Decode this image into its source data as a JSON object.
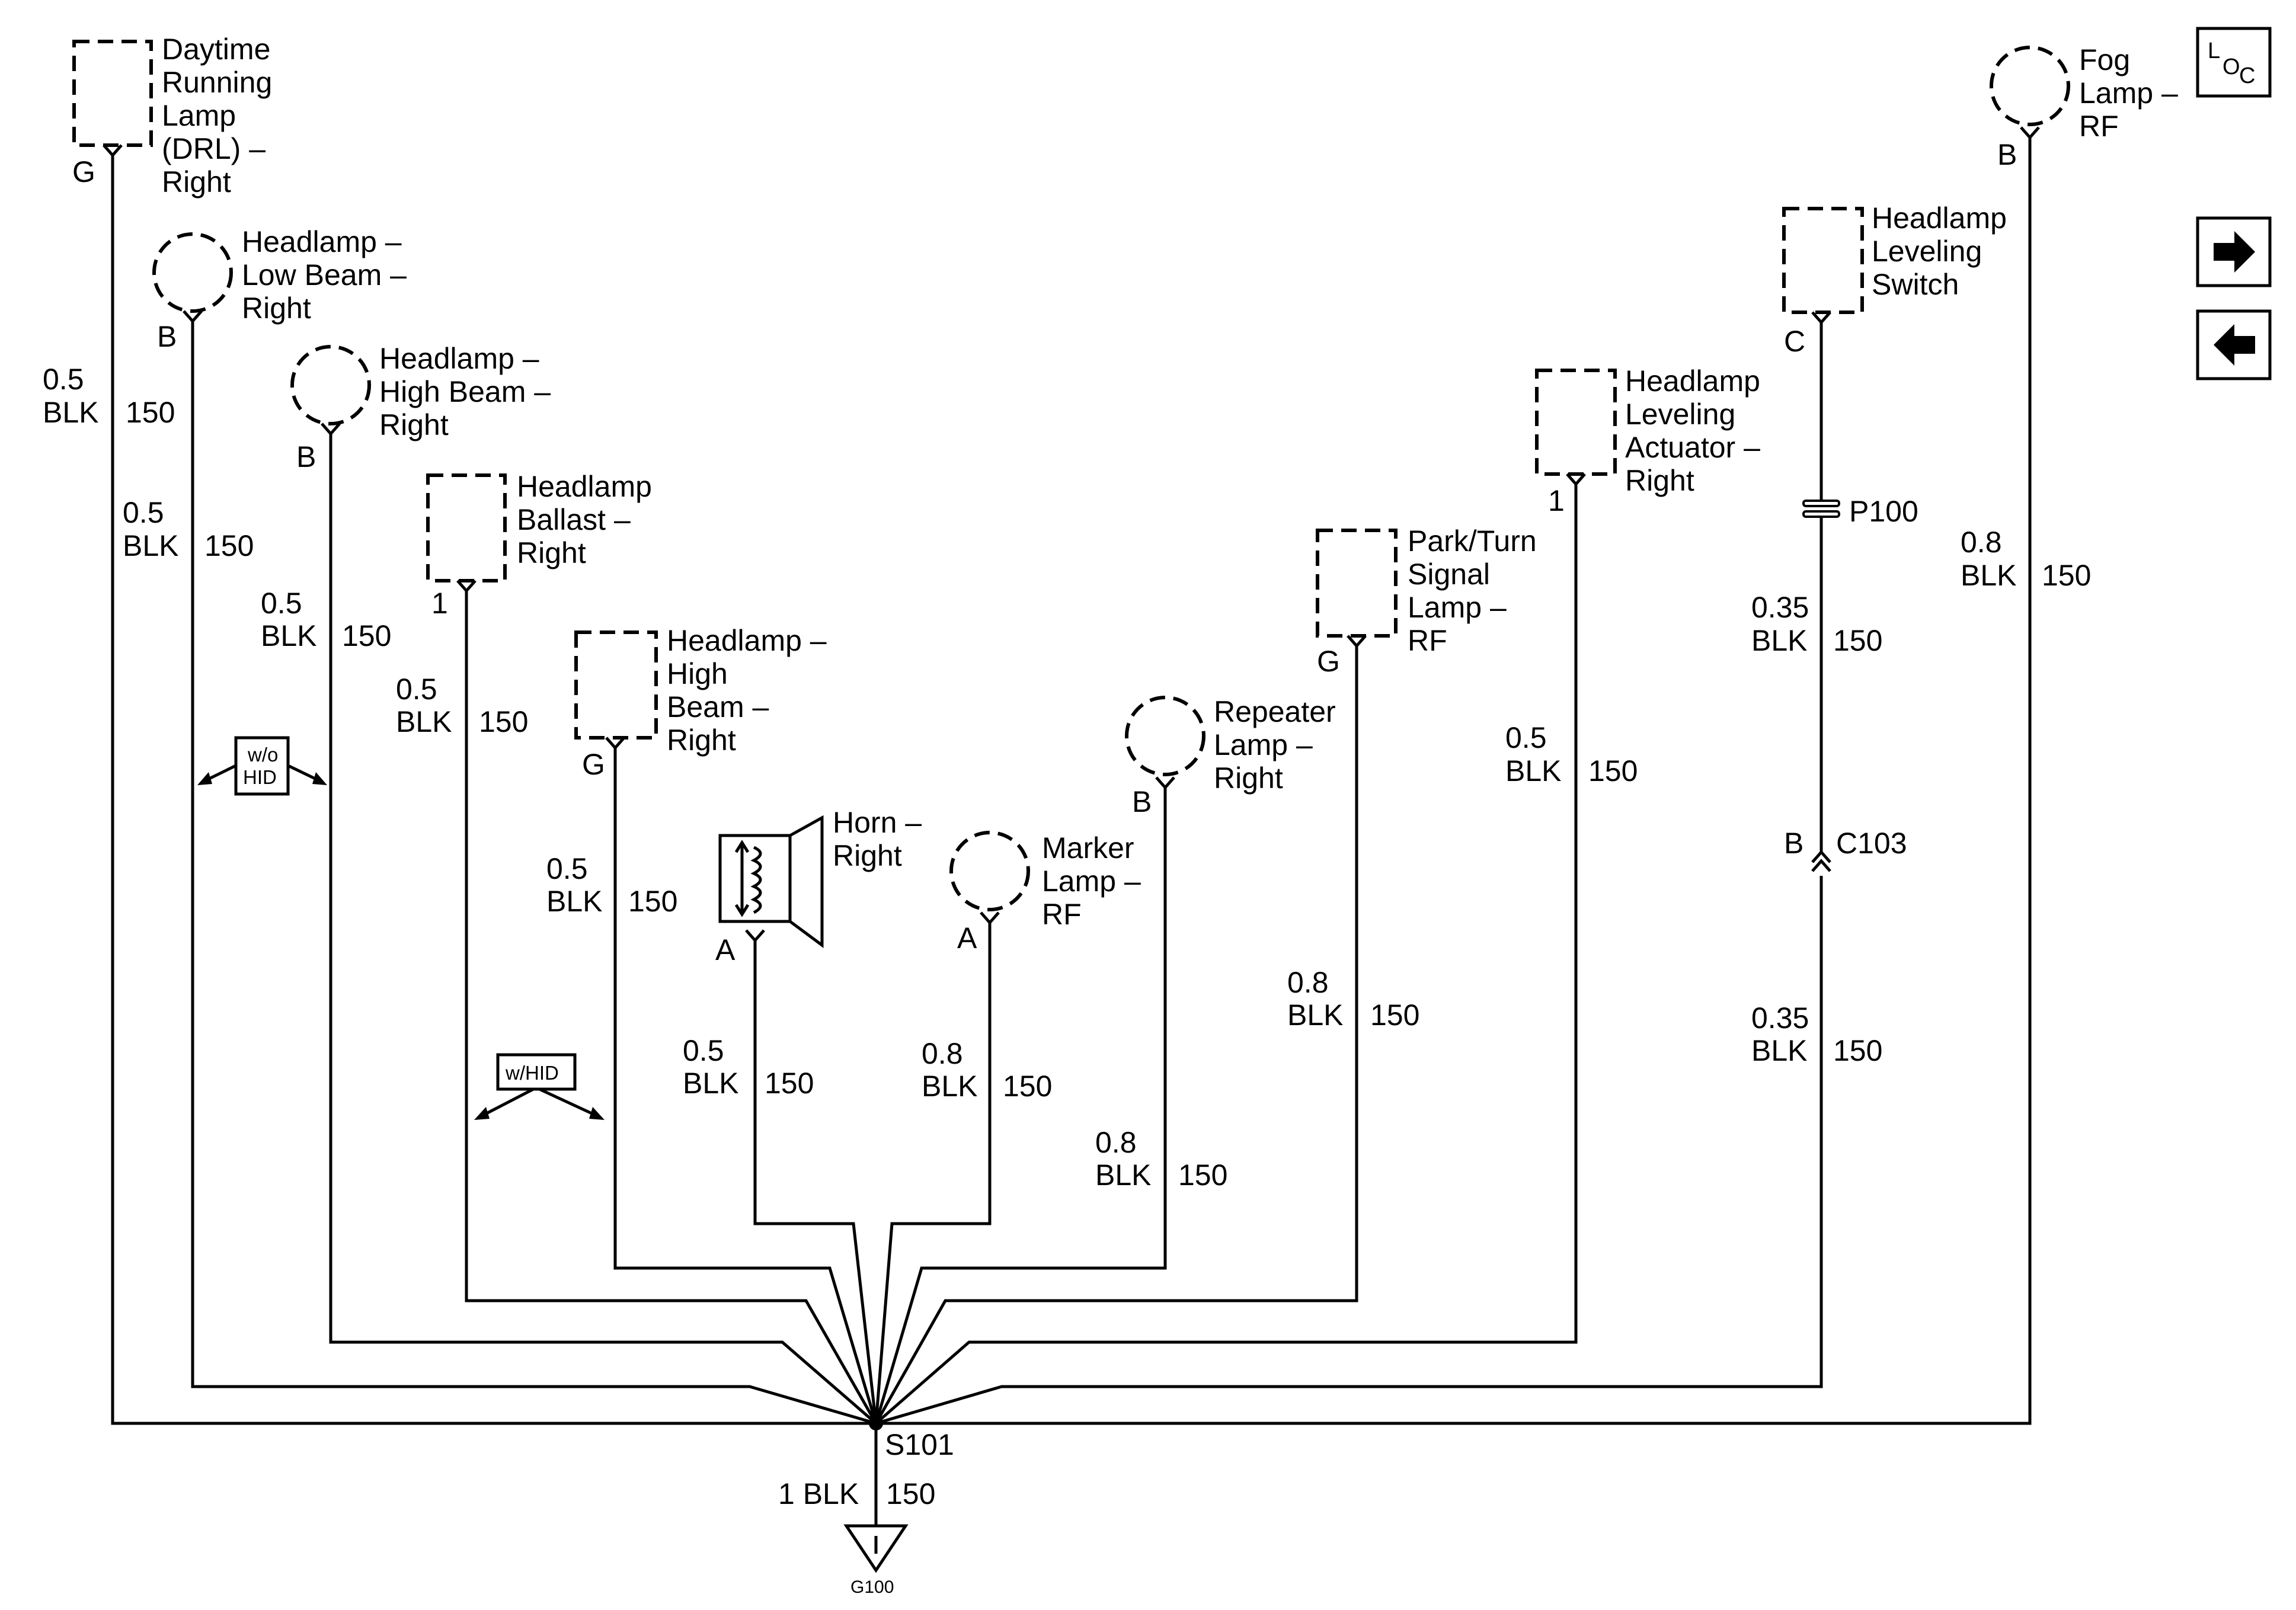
{
  "components": {
    "drl": {
      "lines": [
        "Daytime",
        "Running",
        "Lamp",
        "(DRL) –",
        "Right"
      ],
      "pin": "G"
    },
    "low_beam": {
      "lines": [
        "Headlamp –",
        "Low Beam –",
        "Right"
      ],
      "pin": "B"
    },
    "high_beam_1": {
      "lines": [
        "Headlamp –",
        "High Beam –",
        "Right"
      ],
      "pin": "B"
    },
    "ballast": {
      "lines": [
        "Headlamp",
        "Ballast –",
        "Right"
      ],
      "pin": "1"
    },
    "high_beam_2": {
      "lines": [
        "Headlamp –",
        "High",
        "Beam –",
        "Right"
      ],
      "pin": "G"
    },
    "horn": {
      "lines": [
        "Horn –",
        "Right"
      ],
      "pin": "A"
    },
    "marker": {
      "lines": [
        "Marker",
        "Lamp –",
        "RF"
      ],
      "pin": "A"
    },
    "repeater": {
      "lines": [
        "Repeater",
        "Lamp –",
        "Right"
      ],
      "pin": "B"
    },
    "park_turn": {
      "lines": [
        "Park/Turn",
        "Signal",
        "Lamp –",
        "RF"
      ],
      "pin": "G"
    },
    "leveling_actuator": {
      "lines": [
        "Headlamp",
        "Leveling",
        "Actuator –",
        "Right"
      ],
      "pin": "1"
    },
    "leveling_switch": {
      "lines": [
        "Headlamp",
        "Leveling",
        "Switch"
      ],
      "pin": "C"
    },
    "fog": {
      "lines": [
        "Fog",
        "Lamp –",
        "RF"
      ],
      "pin": "B"
    }
  },
  "wires": {
    "drl": {
      "gauge": "0.5",
      "color": "BLK",
      "circuit": "150"
    },
    "low_beam": {
      "gauge": "0.5",
      "color": "BLK",
      "circuit": "150"
    },
    "high_beam_1": {
      "gauge": "0.5",
      "color": "BLK",
      "circuit": "150"
    },
    "ballast": {
      "gauge": "0.5",
      "color": "BLK",
      "circuit": "150"
    },
    "high_beam_2": {
      "gauge": "0.5",
      "color": "BLK",
      "circuit": "150"
    },
    "horn": {
      "gauge": "0.5",
      "color": "BLK",
      "circuit": "150"
    },
    "marker": {
      "gauge": "0.8",
      "color": "BLK",
      "circuit": "150"
    },
    "repeater": {
      "gauge": "0.8",
      "color": "BLK",
      "circuit": "150"
    },
    "park_turn": {
      "gauge": "0.8",
      "color": "BLK",
      "circuit": "150"
    },
    "leveling_actuator": {
      "gauge": "0.5",
      "color": "BLK",
      "circuit": "150"
    },
    "leveling_switch_upper": {
      "gauge": "0.35",
      "color": "BLK",
      "circuit": "150"
    },
    "leveling_switch_lower": {
      "gauge": "0.35",
      "color": "BLK",
      "circuit": "150"
    },
    "fog": {
      "gauge": "0.8",
      "color": "BLK",
      "circuit": "150"
    },
    "ground": {
      "gauge_color": "1 BLK",
      "circuit": "150"
    }
  },
  "connectors": {
    "p100": "P100",
    "c103": {
      "name": "C103",
      "pin": "B"
    }
  },
  "splice": "S101",
  "ground": "G100",
  "options": {
    "without_hid": [
      "w/o",
      "HID"
    ],
    "with_hid": "w/HID"
  },
  "loc_icon": {
    "l": "L",
    "o": "O",
    "c": "C"
  },
  "nav": {
    "next": "arrow-right-icon",
    "prev": "arrow-left-icon"
  }
}
